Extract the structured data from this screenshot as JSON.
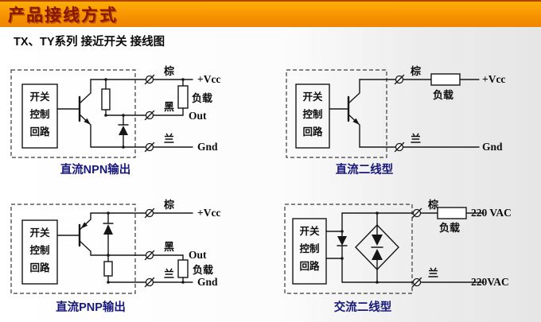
{
  "header": {
    "title": "产品接线方式"
  },
  "subtitle": "TX、TY系列 接近开关 接线图",
  "sensor_box": {
    "line1": "开关",
    "line2": "控制",
    "line3": "回路"
  },
  "diagrams": {
    "npn": {
      "caption": "直流NPN输出",
      "wire_brown": "棕",
      "wire_black": "黑",
      "wire_blue": "兰",
      "label_vcc": "+Vcc",
      "label_load": "负载",
      "label_out": "Out",
      "label_gnd": "Gnd"
    },
    "dc_two_wire": {
      "caption": "直流二线型",
      "wire_brown": "棕",
      "wire_blue": "兰",
      "label_vcc": "+Vcc",
      "label_load": "负载",
      "label_gnd": "Gnd"
    },
    "pnp": {
      "caption": "直流PNP输出",
      "wire_brown": "棕",
      "wire_black": "黑",
      "wire_blue": "兰",
      "label_vcc": "+Vcc",
      "label_out": "Out",
      "label_load": "负载",
      "label_gnd": "Gnd"
    },
    "ac_two_wire": {
      "caption": "交流二线型",
      "wire_brown": "棕",
      "wire_blue": "兰",
      "label_line_top": "220 VAC",
      "label_load": "负载",
      "label_line_bottom": "220VAC"
    }
  },
  "colors": {
    "header_background": "#f79400",
    "header_text": "#8c1400",
    "caption_text": "#17177c",
    "wire": "#161616"
  }
}
